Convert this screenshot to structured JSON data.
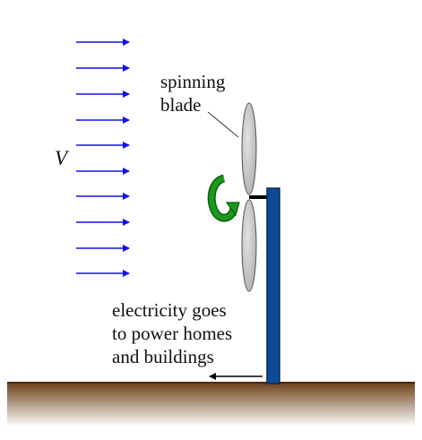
{
  "labels": {
    "wind_speed": "V",
    "blade_line1": "spinning",
    "blade_line2": "blade",
    "electricity_line1": "electricity goes",
    "electricity_line2": "to power homes",
    "electricity_line3": "and buildings"
  },
  "icons": {
    "wind": "right-arrow-icon",
    "rotation": "curved-rotation-arrow-icon",
    "power_flow": "left-arrow-icon"
  },
  "colors": {
    "wind_arrows": "#1010ee",
    "tower": "#0d4a96",
    "tower_outline": "#0a2a55",
    "blades": "#c8c8c8",
    "rotation_arrow": "#1a9a1a",
    "ground": "#6b3d14"
  }
}
